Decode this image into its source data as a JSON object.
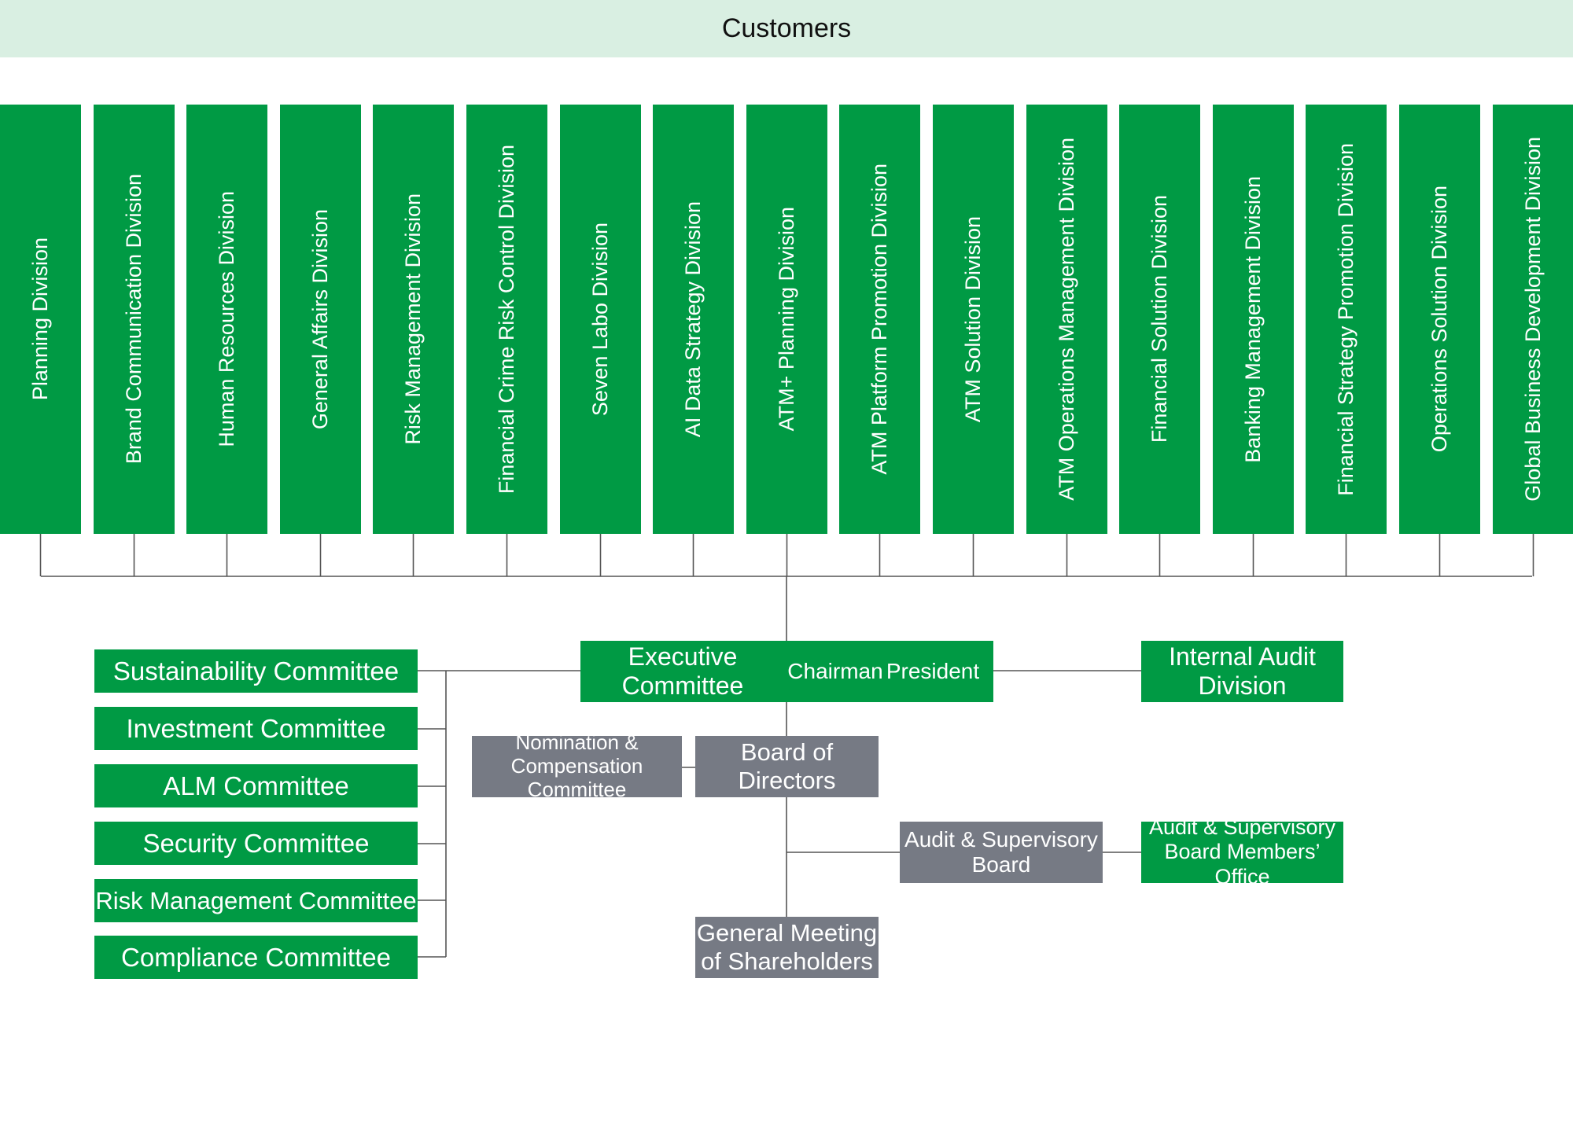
{
  "header": {
    "customers": "Customers"
  },
  "divisions": [
    "Planning Division",
    "Brand Communication Division",
    "Human Resources Division",
    "General Affairs Division",
    "Risk Management Division",
    "Financial Crime Risk Control Division",
    "Seven Labo Division",
    "AI Data Strategy Division",
    "ATM+ Planning Division",
    "ATM Platform Promotion Division",
    "ATM Solution Division",
    "ATM Operations Management Division",
    "Financial Solution Division",
    "Banking Management Division",
    "Financial Strategy Promotion Division",
    "Operations Solution Division",
    "Global Business Development Division"
  ],
  "committees": [
    "Sustainability Committee",
    "Investment Committee",
    "ALM Committee",
    "Security Committee",
    "Risk Management Committee",
    "Compliance Committee"
  ],
  "executive": {
    "committee": "Executive\nCommittee",
    "chairman": "Chairman",
    "president": "President"
  },
  "internal_audit": "Internal Audit\nDivision",
  "nomination": "Nomination & Compensation\nCommittee",
  "board": "Board of\nDirectors",
  "audit_board": "Audit & Supervisory\nBoard",
  "audit_office": "Audit & Supervisory\nBoard Members’ Office",
  "general_meeting": "General Meeting\nof Shareholders",
  "colors": {
    "green": "#009a44",
    "gray": "#767a84",
    "customers_bg": "#d9efe2",
    "line": "#555555"
  }
}
